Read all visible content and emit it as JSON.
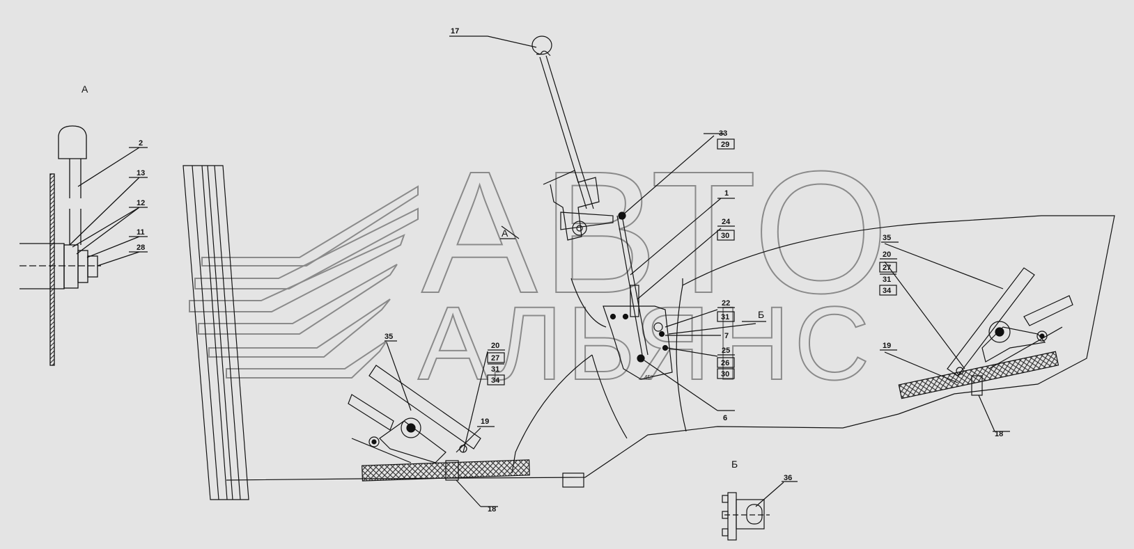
{
  "watermark": {
    "line1": "АВТО",
    "line2": "АЛЬЯНС"
  },
  "views": {
    "a_title": "А",
    "a_marker": "А",
    "b_title": "Б",
    "b_marker": "Б"
  },
  "detail_a_labels": [
    "2",
    "13",
    "12",
    "11",
    "28"
  ],
  "lever": {
    "knob_label": "17",
    "angle_mark": "45°"
  },
  "callouts": {
    "c33": "33",
    "c29": "29",
    "c1": "1",
    "c24": "24",
    "c30": "30",
    "c22": "22",
    "c31": "31",
    "c7": "7",
    "c25": "25",
    "c26": "26",
    "c30b": "30",
    "c6": "6"
  },
  "left_pedal": {
    "c35": "35",
    "c20": "20",
    "c27": "27",
    "c31": "31",
    "c34": "34",
    "c19": "19",
    "c18": "18"
  },
  "right_pedal": {
    "c35": "35",
    "c20": "20",
    "c27": "27",
    "c31": "31",
    "c34": "34",
    "c19": "19",
    "c18": "18"
  },
  "detail_b": {
    "c36": "36"
  }
}
